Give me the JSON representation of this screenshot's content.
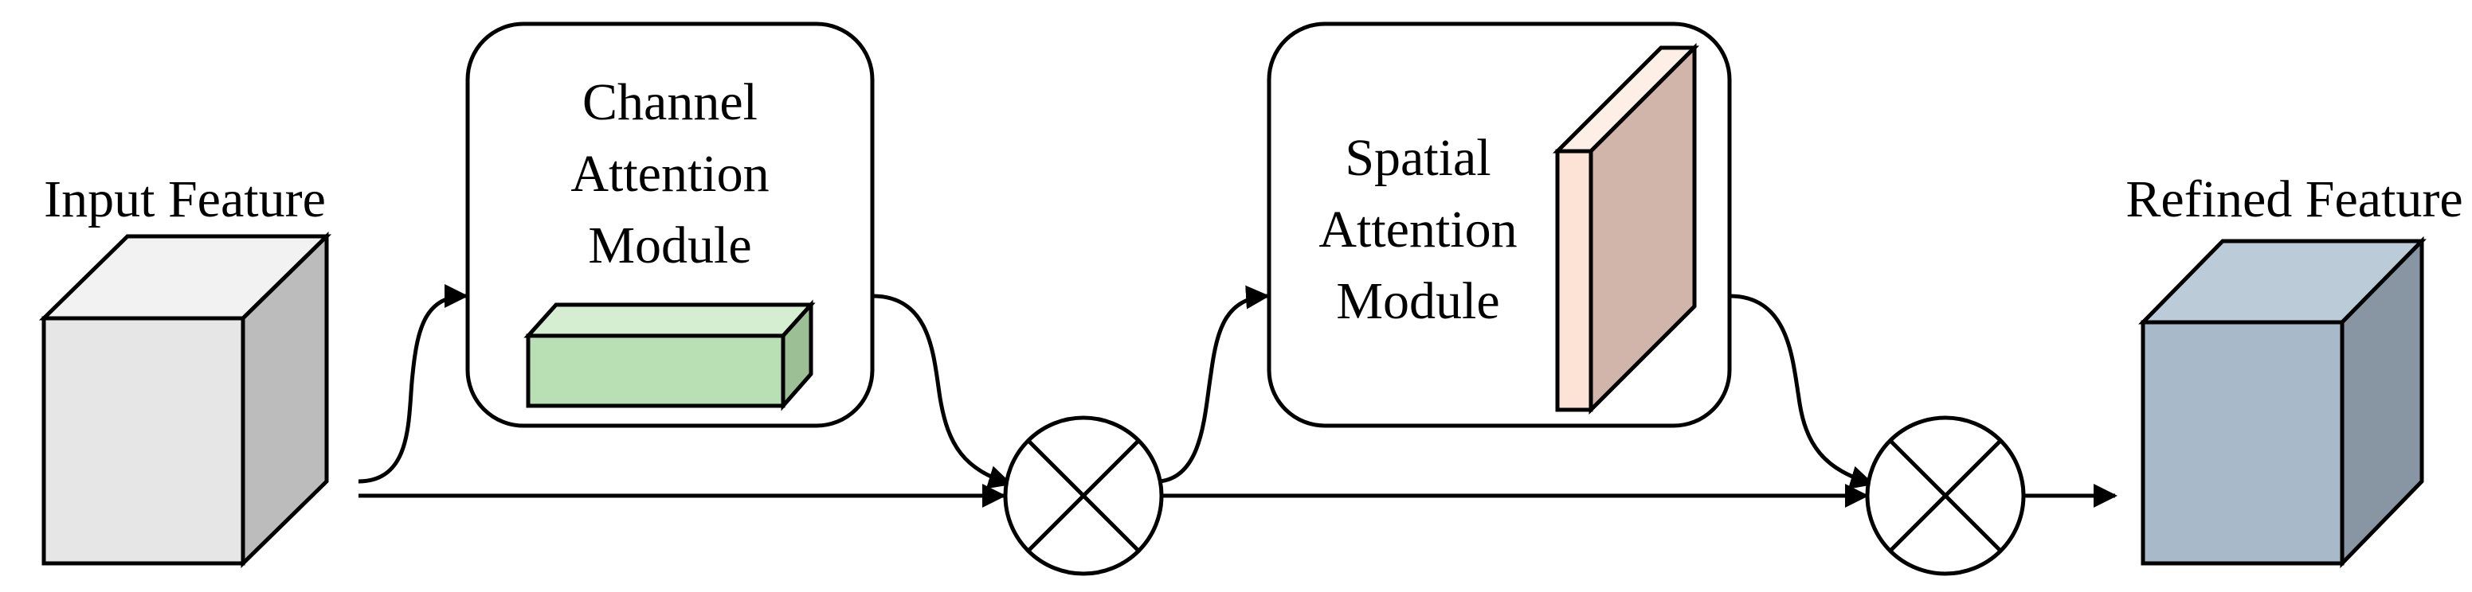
{
  "labels": {
    "input": "Input Feature",
    "channel_1": "Channel",
    "channel_2": "Attention",
    "channel_3": "Module",
    "spatial_1": "Spatial",
    "spatial_2": "Attention",
    "spatial_3": "Module",
    "refined": "Refined Feature"
  },
  "colors": {
    "input_front": "#e6e6e6",
    "input_side": "#bcbcbc",
    "input_top": "#f2f2f2",
    "channel_front": "#b9e0b4",
    "channel_side": "#9cbf95",
    "channel_top": "#d5eed1",
    "spatial_front": "#fde3d6",
    "spatial_side": "#d2b5aa",
    "spatial_top": "#fdefe6",
    "refined_front": "#a8b9ca",
    "refined_side": "#8896a3",
    "refined_top": "#bccbd8"
  }
}
